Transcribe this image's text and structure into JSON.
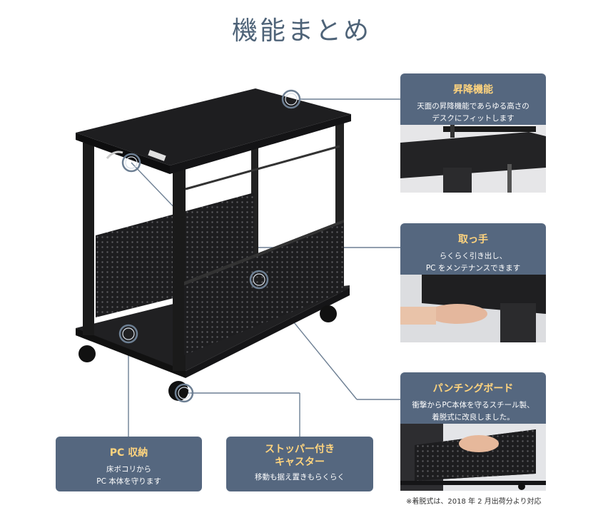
{
  "title": "機能まとめ",
  "features": [
    {
      "heading": "昇降機能",
      "lines": [
        "天面の昇降機能であらゆる高さの",
        "デスクにフィットします"
      ]
    },
    {
      "heading": "取っ手",
      "lines": [
        "らくらく引き出し、",
        "PC をメンテナンスできます"
      ]
    },
    {
      "heading": "パンチングボード",
      "lines": [
        "衝撃からPC本体を守るスチール製、",
        "着脱式に改良しました。"
      ]
    },
    {
      "heading": "PC 収納",
      "lines": [
        "床ボコリから",
        "PC 本体を守ります"
      ]
    },
    {
      "heading_lines": [
        "ストッパー付き",
        "キャスター"
      ],
      "lines": [
        "移動も据え置きもらくらく"
      ]
    }
  ],
  "footnote": "※着脱式は、2018 年 2 月出荷分より対応",
  "colors": {
    "card": "#55677f",
    "heading": "#ffd47e",
    "line": "#6d7f93",
    "title": "#4e6378"
  }
}
